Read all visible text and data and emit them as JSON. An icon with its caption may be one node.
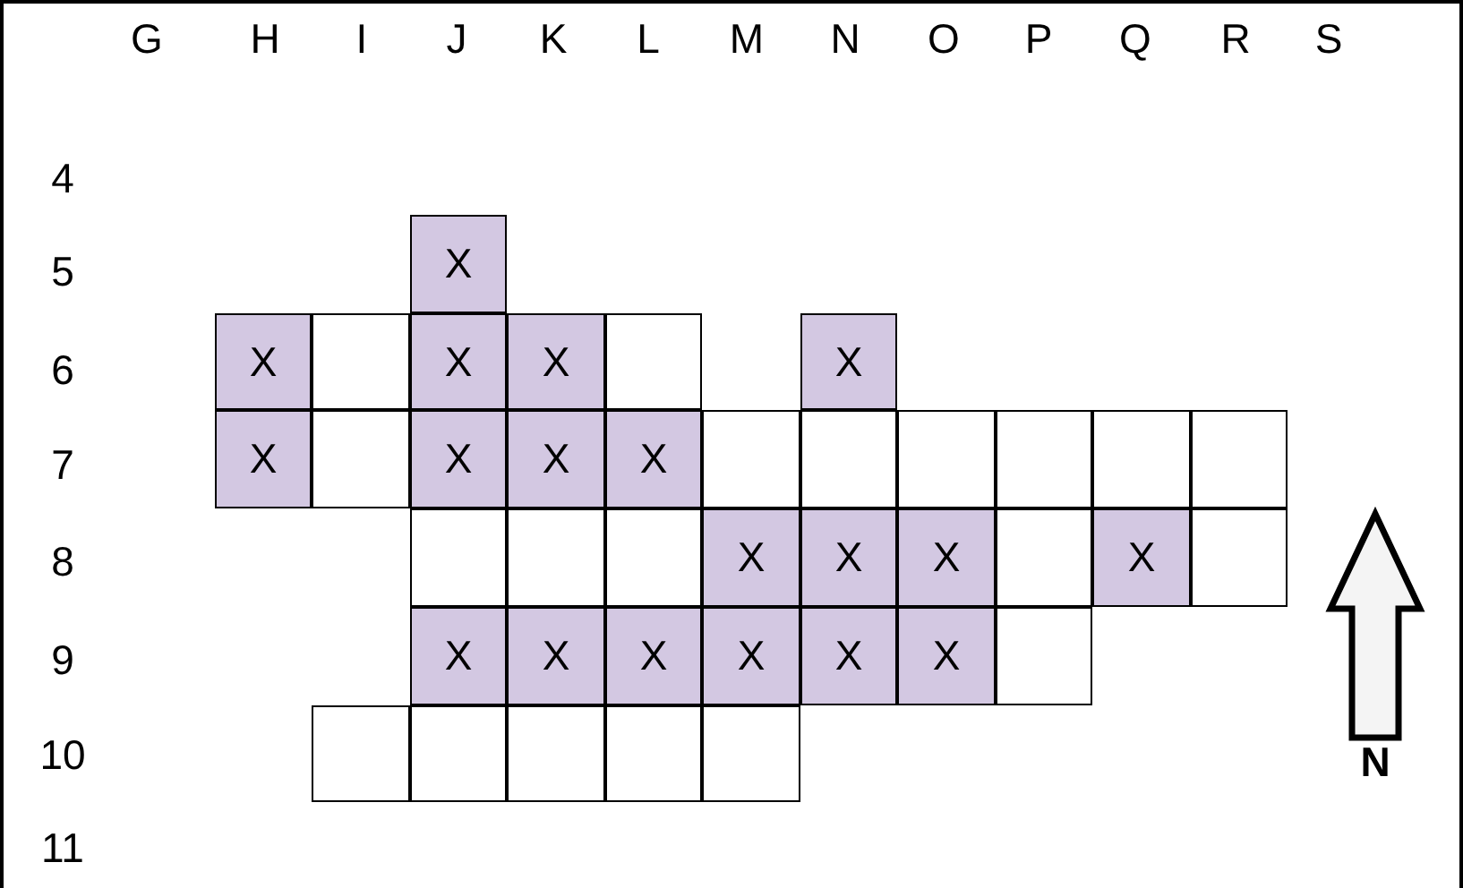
{
  "diagram": {
    "nodes": [
      {
        "text": [
          "X"
        ]
      },
      {
        "text": [
          "X"
        ]
      },
      {
        "text": [],
        "shape": "box"
      },
      {
        "text": [
          "X"
        ]
      },
      {
        "text": [
          "X"
        ]
      },
      {
        "text": [],
        "shape": "box"
      },
      {
        "text": [
          "X"
        ]
      },
      {
        "text": [
          "X"
        ]
      },
      {
        "text": [],
        "shape": "box"
      },
      {
        "text": [
          "X"
        ]
      },
      {
        "text": [
          "X"
        ]
      },
      {
        "text": [
          "X"
        ]
      },
      {
        "text": [],
        "shape": "box"
      },
      {
        "text": [],
        "shape": "box"
      },
      {
        "text": [],
        "shape": "box"
      },
      {
        "text": [],
        "shape": "box"
      },
      {
        "text": [],
        "shape": "box"
      },
      {
        "text": [],
        "shape": "box"
      },
      {
        "text": [],
        "shape": "box"
      },
      {
        "text": [],
        "shape": "box"
      },
      {
        "text": [],
        "shape": "box"
      },
      {
        "text": [
          "X"
        ]
      },
      {
        "text": [
          "X"
        ]
      },
      {
        "text": [
          "X"
        ]
      },
      {
        "text": [],
        "shape": "box"
      },
      {
        "text": [
          "X"
        ]
      },
      {
        "text": [],
        "shape": "box"
      },
      {
        "text": [
          "X"
        ]
      },
      {
        "text": [
          "X"
        ]
      },
      {
        "text": [
          "X"
        ]
      },
      {
        "text": [
          "X"
        ]
      },
      {
        "text": [
          "X"
        ]
      },
      {
        "text": [
          "X"
        ]
      },
      {
        "text": [],
        "shape": "box"
      },
      {
        "text": [],
        "shape": "box"
      },
      {
        "text": [],
        "shape": "box"
      },
      {
        "text": [],
        "shape": "box"
      },
      {
        "text": [],
        "shape": "box"
      },
      {
        "text": [],
        "shape": "box"
      }
    ],
    "labels": [
      "G",
      "H",
      "I",
      "J",
      "K",
      "L",
      "M",
      "N",
      "O",
      "P",
      "Q",
      "R",
      "S",
      "4",
      "5",
      "6",
      "7",
      "8",
      "9",
      "10",
      "11",
      "N"
    ]
  }
}
